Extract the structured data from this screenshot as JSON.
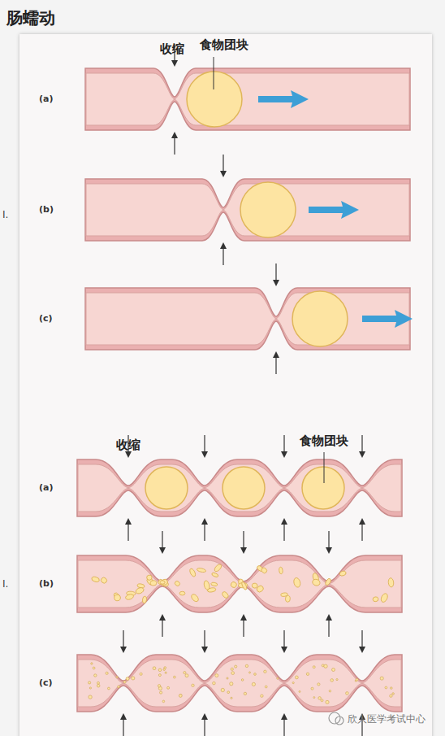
{
  "diagram": {
    "title": "肠蠕动",
    "labels": [
      "收缩",
      "食物团块",
      "(a)",
      "(b)",
      "(c)",
      "收缩",
      "食物团块",
      "(a)",
      "(b)",
      "(c)",
      "I.",
      "I.",
      "欣人医学考试中心"
    ]
  }
}
